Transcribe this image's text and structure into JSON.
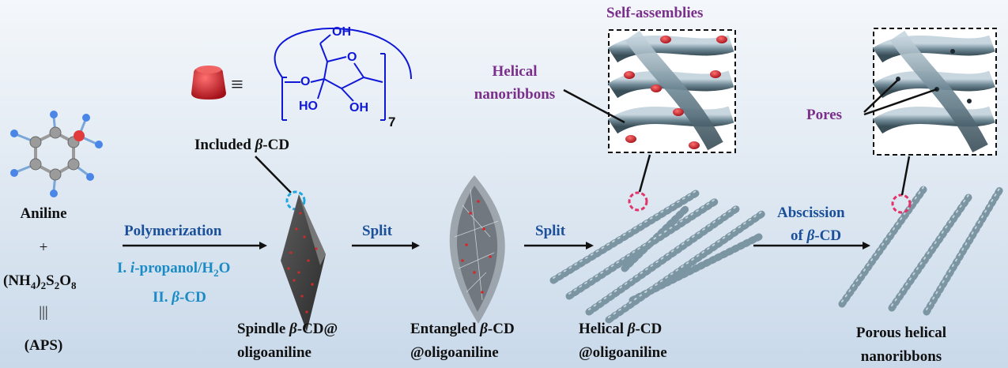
{
  "reactants": {
    "aniline": "Aniline",
    "plus": "+",
    "aps_formula_prefix": "(NH",
    "aps_sub1": "4",
    "aps_mid1": ")",
    "aps_sub2": "2",
    "aps_mid2": "S",
    "aps_sub3": "2",
    "aps_mid3": "O",
    "aps_sub4": "8",
    "equiv": "|||",
    "aps_abbr": "(APS)"
  },
  "cd_structure": {
    "equiv_symbol": "≡",
    "oh_top": "OH",
    "ring_o": "O",
    "link_o": "O",
    "ho": "HO",
    "oh_bottom": "OH",
    "repeat": "7",
    "label_prefix": "Included ",
    "beta": "β",
    "label_suffix": "-CD"
  },
  "step1": {
    "label": "Polymerization",
    "cond1_prefix": "I. ",
    "cond1_i": "i",
    "cond1_mid": "-propanol/H",
    "cond1_sub": "2",
    "cond1_end": "O",
    "cond2_prefix": "II. ",
    "cond2_beta": "β",
    "cond2_end": "-CD"
  },
  "spindle": {
    "line1_prefix": "Spindle ",
    "beta": "β",
    "line1_suffix": "-CD@",
    "line2": "oligoaniline"
  },
  "split1": "Split",
  "entangled": {
    "line1_prefix": "Entangled ",
    "beta": "β",
    "line1_suffix": "-CD",
    "line2": "@oligoaniline"
  },
  "split2": "Split",
  "helical": {
    "line1_prefix": "Helical ",
    "beta": "β",
    "line1_suffix": "-CD",
    "line2": "@oligoaniline"
  },
  "zoom1": {
    "title": "Self-assemblies",
    "callout_line1": "Helical",
    "callout_line2": "nanoribbons"
  },
  "abscission": {
    "line1": "Abscission",
    "line2_prefix": "of ",
    "beta": "β",
    "line2_suffix": "-CD"
  },
  "zoom2": {
    "callout": "Pores"
  },
  "porous": {
    "line1": "Porous helical",
    "line2": "nanoribbons"
  },
  "colors": {
    "purple": "#7a2f8c",
    "blue": "#1a4f9a",
    "cyan": "#1b8bc6",
    "structure": "#1018d8",
    "cd_red": "#d8262e"
  }
}
